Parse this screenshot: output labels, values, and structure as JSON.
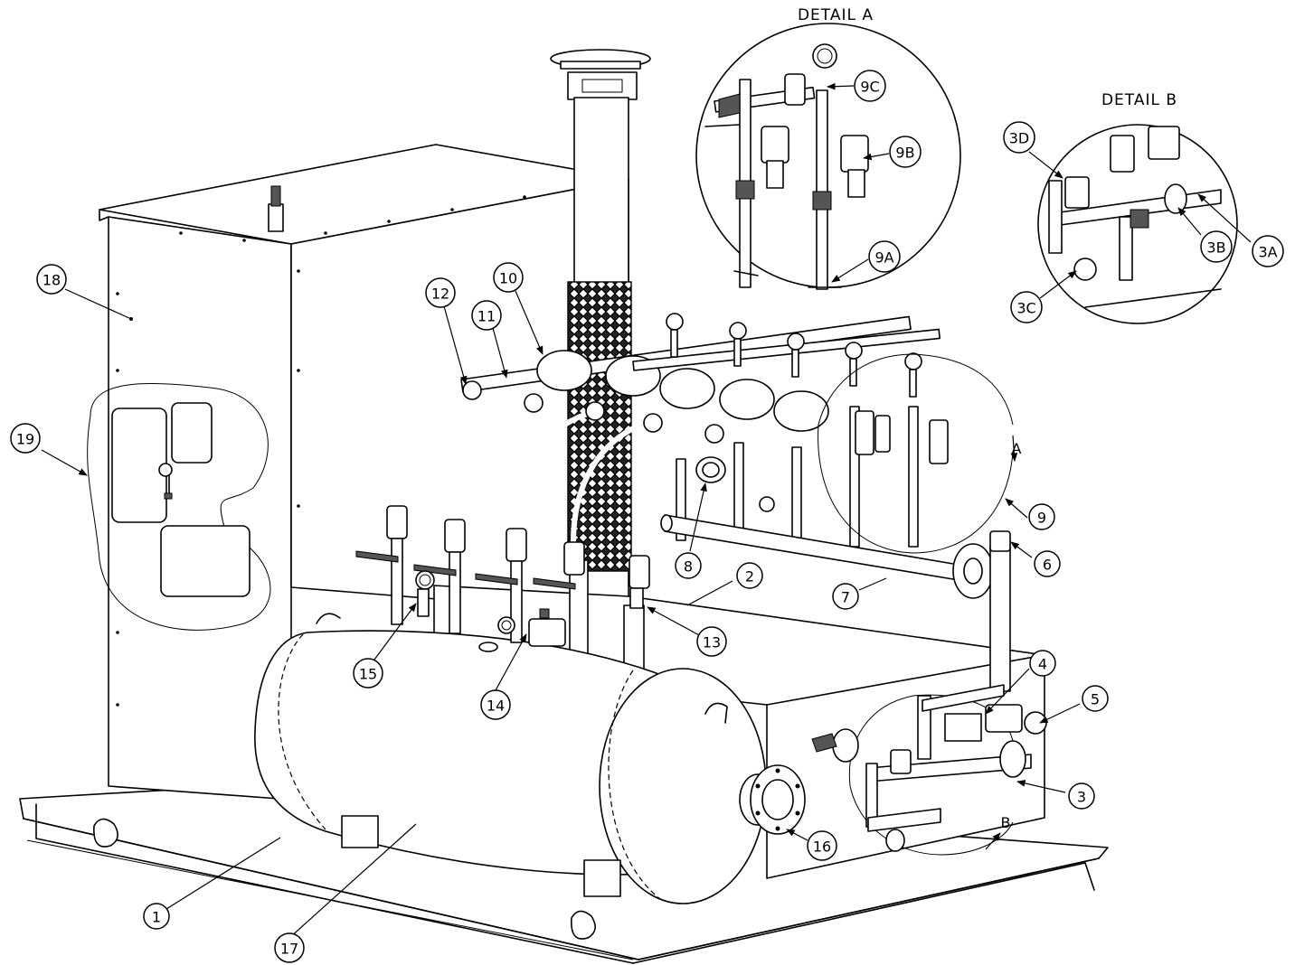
{
  "details": {
    "a_title": "DETAIL A",
    "b_title": "DETAIL B"
  },
  "view_letters": {
    "a": "A",
    "b": "B"
  },
  "callouts": [
    "1",
    "2",
    "3",
    "3A",
    "3B",
    "3C",
    "3D",
    "4",
    "5",
    "6",
    "7",
    "8",
    "9",
    "9A",
    "9B",
    "9C",
    "10",
    "11",
    "12",
    "13",
    "14",
    "15",
    "16",
    "17",
    "18",
    "19"
  ]
}
